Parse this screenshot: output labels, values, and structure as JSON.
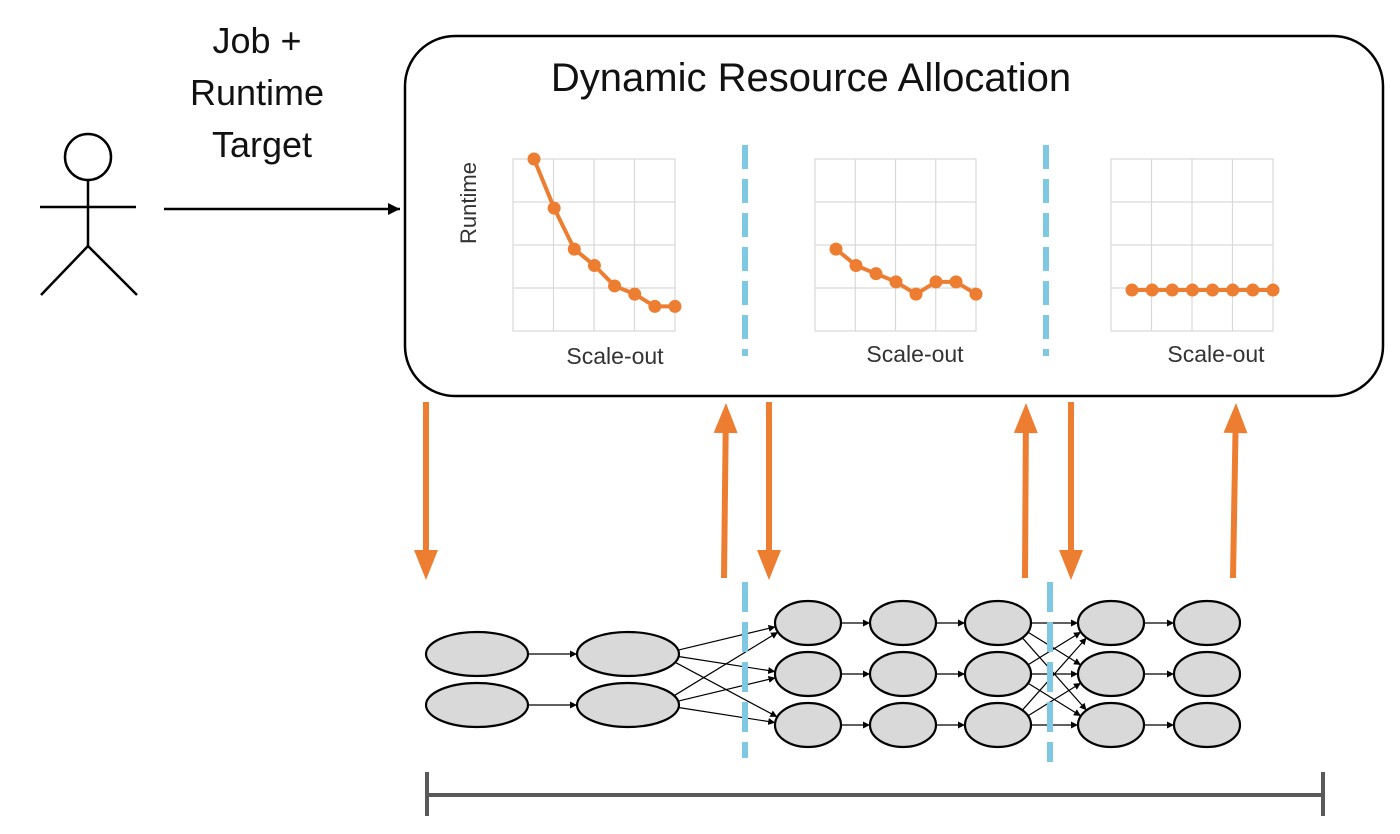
{
  "actor": {
    "input_label_lines": [
      "Job +",
      "Runtime",
      "Target"
    ]
  },
  "allocation_box": {
    "title": "Dynamic Resource Allocation",
    "y_axis_label": "Runtime",
    "x_axis_label": "Scale-out"
  },
  "colors": {
    "curve": "#ed7d31",
    "arrow": "#ed7d31",
    "separator": "#7ec8e3",
    "node_fill": "#d9d9d9",
    "grid": "#d9d9d9",
    "timeline": "#595959"
  },
  "chart_data": [
    {
      "type": "line",
      "xlabel": "Scale-out",
      "ylabel": "Runtime",
      "x": [
        1,
        2,
        3,
        4,
        5,
        6,
        7,
        8
      ],
      "values": [
        4.2,
        3.0,
        2.0,
        1.6,
        1.1,
        0.9,
        0.6,
        0.6
      ],
      "ylim": [
        0,
        4.2
      ]
    },
    {
      "type": "line",
      "xlabel": "Scale-out",
      "ylabel": "",
      "x": [
        1,
        2,
        3,
        4,
        5,
        6,
        7,
        8
      ],
      "values": [
        2.0,
        1.6,
        1.4,
        1.2,
        0.9,
        1.2,
        1.2,
        0.9
      ],
      "ylim": [
        0,
        4.2
      ]
    },
    {
      "type": "line",
      "xlabel": "Scale-out",
      "ylabel": "",
      "x": [
        1,
        2,
        3,
        4,
        5,
        6,
        7,
        8
      ],
      "values": [
        1.0,
        1.0,
        1.0,
        1.0,
        1.0,
        1.0,
        1.0,
        1.0
      ],
      "ylim": [
        0,
        4.2
      ]
    }
  ],
  "dataflow": {
    "stages": [
      {
        "columns": 2,
        "parallelism": 2
      },
      {
        "columns": 3,
        "parallelism": 3
      },
      {
        "columns": 2,
        "parallelism": 3
      }
    ]
  }
}
